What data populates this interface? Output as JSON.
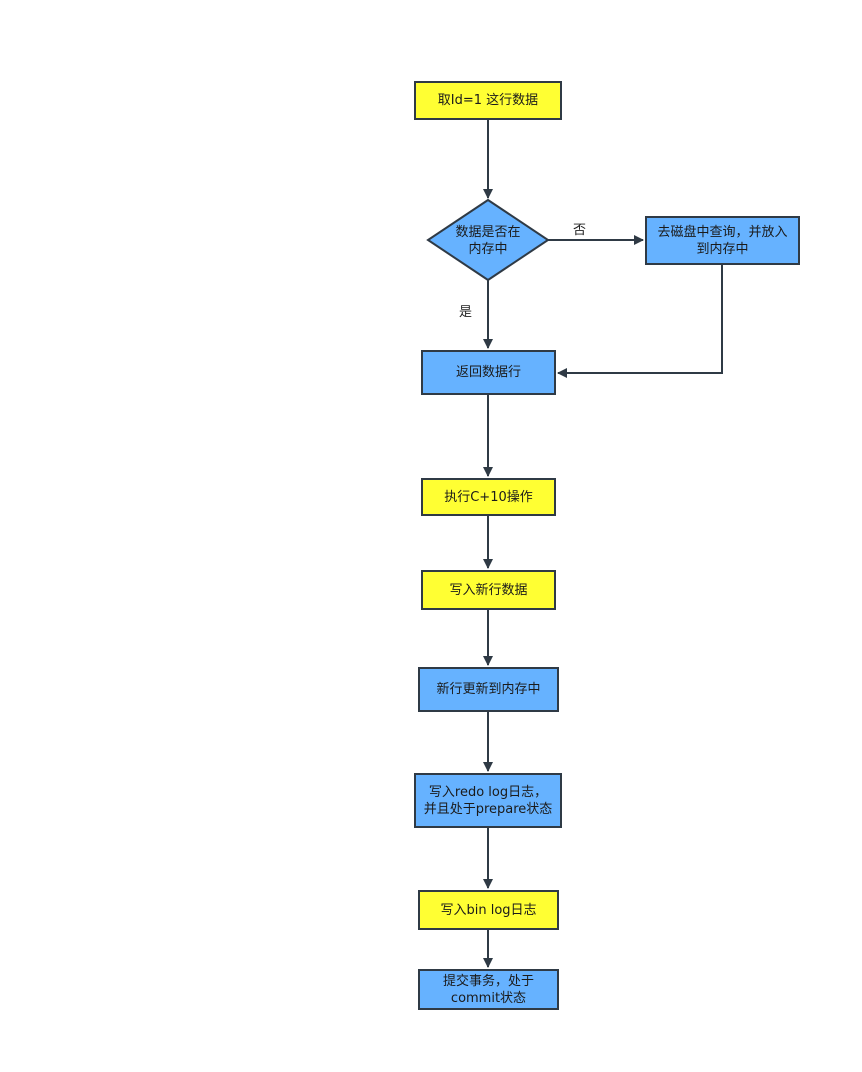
{
  "colors": {
    "yellow": "#ffff33",
    "blue": "#66b2ff",
    "stroke": "#2f3a45"
  },
  "nodes": {
    "n1": "取Id=1 这行数据",
    "decision_line1": "数据是否在",
    "decision_line2": "内存中",
    "disk_line1": "去磁盘中查询，并放入",
    "disk_line2": "到内存中",
    "n3": "返回数据行",
    "n4": "执行C+10操作",
    "n5": "写入新行数据",
    "n6": "新行更新到内存中",
    "n7_line1": "写入redo log日志，",
    "n7_line2": "并且处于prepare状态",
    "n8": "写入bin log日志",
    "n9_line1": "提交事务，处于",
    "n9_line2": "commit状态"
  },
  "edge_labels": {
    "no": "否",
    "yes": "是"
  }
}
